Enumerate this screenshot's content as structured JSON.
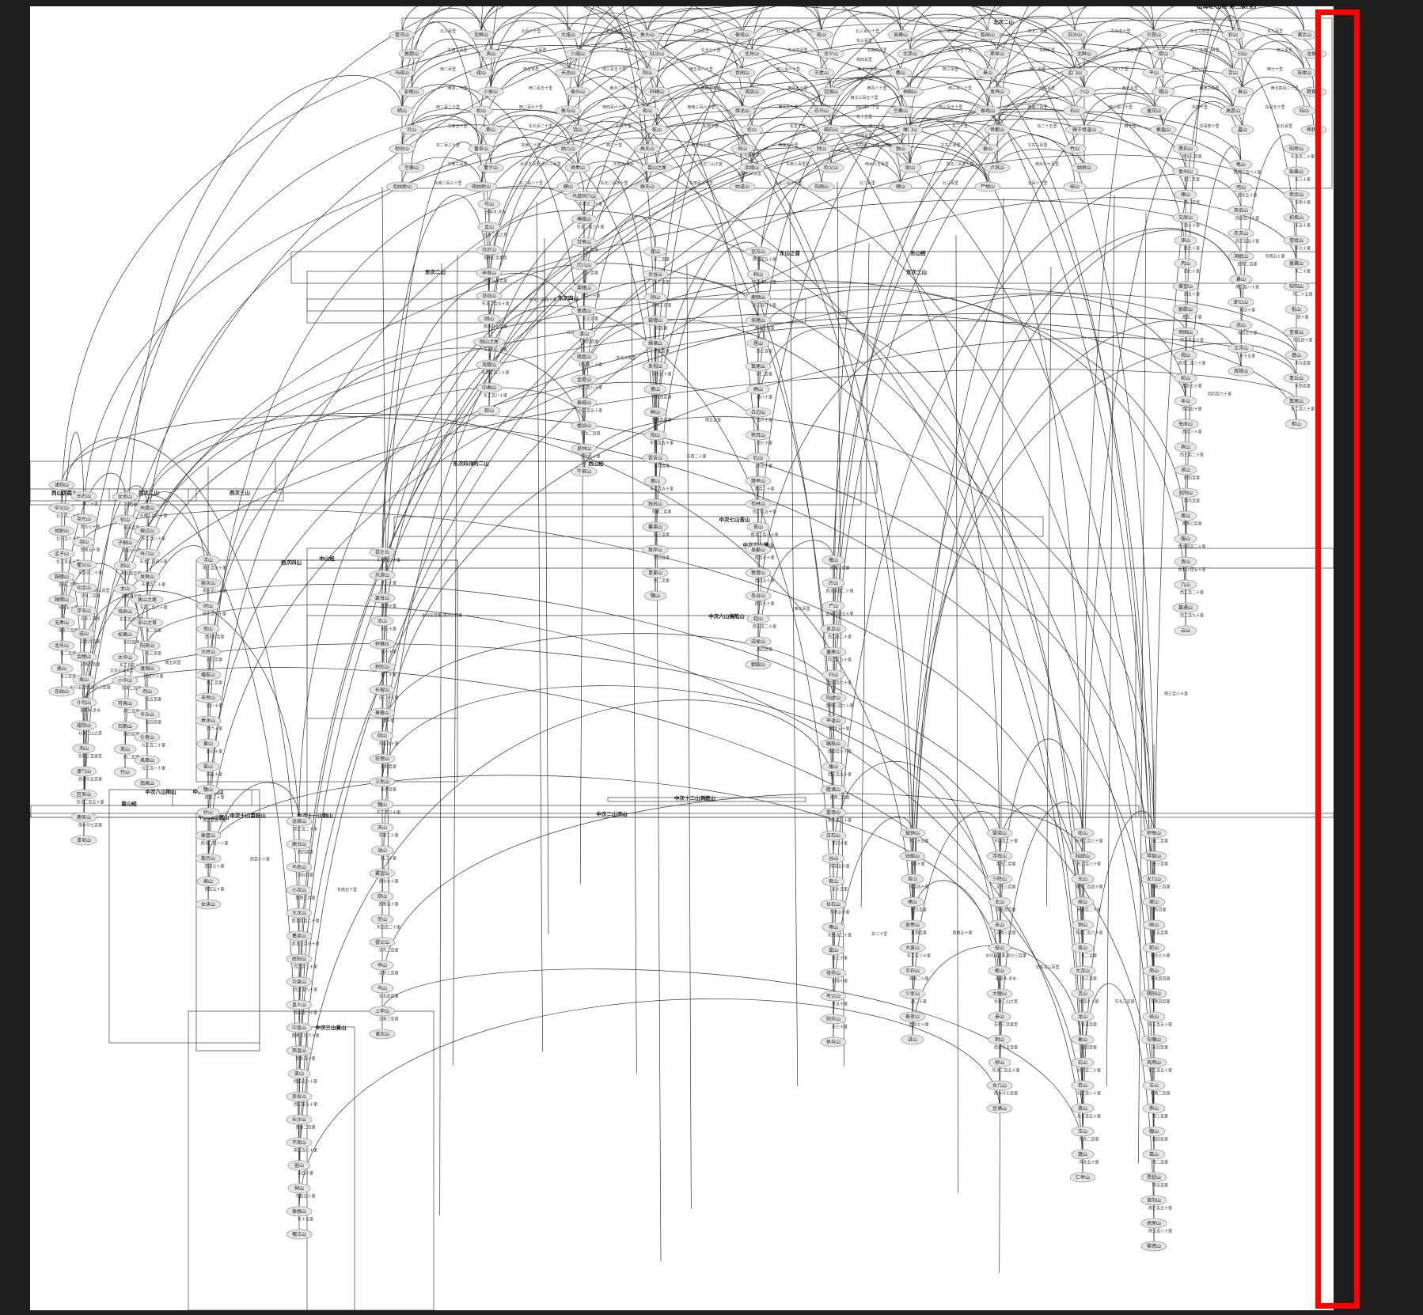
{
  "diagram": {
    "title": "山海经-山经-第三版(全)",
    "highlight_color": "#ff0000",
    "clusters": [
      {
        "id": "c-north2",
        "title": "北次二山"
      },
      {
        "id": "c-east",
        "title": "东山经"
      },
      {
        "id": "c-east-first",
        "title": "东山之首"
      },
      {
        "id": "c-east2",
        "title": "东次二山"
      },
      {
        "id": "c-east3",
        "title": "东次三山"
      },
      {
        "id": "c-east4",
        "title": "东次四山"
      },
      {
        "id": "c-east-other",
        "title": "东次四顶的二山"
      },
      {
        "id": "c-west",
        "title": "西山经"
      },
      {
        "id": "c-west-first",
        "title": "西山之首"
      },
      {
        "id": "c-west2",
        "title": "西次二山"
      },
      {
        "id": "c-west3",
        "title": "西次三山"
      },
      {
        "id": "c-west4",
        "title": "西次四山"
      },
      {
        "id": "c-mid",
        "title": "中山经"
      },
      {
        "id": "c-mid5",
        "title": "中次五山薄山"
      },
      {
        "id": "c-mid6",
        "title": "中次六山缟羝山"
      },
      {
        "id": "c-mid7",
        "title": "中次七山苦山"
      },
      {
        "id": "c-mid8",
        "title": "中次八山荆山"
      },
      {
        "id": "c-mid9",
        "title": "中次九山岷山"
      },
      {
        "id": "c-mid10",
        "title": "中次十山首阳山"
      },
      {
        "id": "c-mid11",
        "title": "中次十一山荆山"
      },
      {
        "id": "c-mid12",
        "title": "中次十二山洞庭山"
      },
      {
        "id": "c-mid2",
        "title": "中次二山济山"
      },
      {
        "id": "c-mid3",
        "title": "中次三山萯山"
      },
      {
        "id": "c-mid4",
        "title": "中次四山厘山"
      },
      {
        "id": "c-south",
        "title": "南山经"
      }
    ],
    "nodes": [
      "管涔山",
      "北鲜山",
      "大咸山",
      "敦头山",
      "泰戏山",
      "乾山",
      "县雍山",
      "狐岐山",
      "白沙山",
      "尔是山",
      "狂山",
      "诸余山",
      "敦题山",
      "洧山",
      "少咸山",
      "狱法山",
      "北岳山",
      "浑夕山",
      "北单山",
      "罴差山",
      "北鲜山",
      "隄山",
      "归山",
      "龙侯山",
      "马成山",
      "咸山",
      "天池山",
      "阳山",
      "贲闻山",
      "王屋山",
      "教山",
      "景山",
      "孟门山",
      "平山",
      "京山",
      "虫尾山",
      "彭毗山",
      "小侯山",
      "泰头山",
      "轩辕山",
      "谒戾山",
      "沮洳山",
      "神囷山",
      "发鸠山",
      "少山",
      "锡山",
      "景山",
      "题首山",
      "绣山",
      "松山",
      "敦与山",
      "柘山",
      "维龙山",
      "白马山",
      "空桑山",
      "泰戏山",
      "石山",
      "童戎山",
      "高是山",
      "陆山",
      "沂山",
      "燕山",
      "饶山",
      "乾山",
      "伦山",
      "碣石山",
      "雁门山",
      "帝都山",
      "錞于毋逢山",
      "樕螽山",
      "藟山",
      "栒状山",
      "勃亝山",
      "番条山",
      "姑儿山",
      "高氏山",
      "岳山",
      "犲山",
      "独山",
      "泰山",
      "竹山",
      "空桑山",
      "曹夕山",
      "峄皋山",
      "葛山之尾",
      "余峨山",
      "杜父山",
      "耿山",
      "卢其山",
      "姑射山",
      "北姑射山",
      "南姑射山",
      "碧山",
      "缑氏山",
      "姑逢山",
      "凫丽山",
      "䃌山",
      "尸胡山",
      "岐山",
      "诸钩山",
      "中父山",
      "胡射山",
      "孟子山",
      "跂踵山",
      "踇隅山",
      "无皋山",
      "北号山",
      "旄山",
      "东始山",
      "女烝山",
      "钦山",
      "子桐山",
      "剡山",
      "太山",
      "钱来山",
      "松果山",
      "太华山",
      "小华山",
      "符禺山",
      "石脆山",
      "英山",
      "竹山",
      "浮山",
      "羭次山",
      "时山",
      "南山",
      "大时山",
      "嶓冢山",
      "天帝山",
      "皋涂山",
      "黄山",
      "翠山",
      "騩山",
      "钤山",
      "泰冒山",
      "数历山",
      "高山",
      "女床山",
      "龙首山",
      "鹿台山",
      "鸟危山",
      "小次山",
      "大次山",
      "薰吴山",
      "厎阳山",
      "众兽山",
      "皇人山",
      "中皇山",
      "西皇山",
      "莱山",
      "崇吾山",
      "长沙山",
      "不周山",
      "峚山",
      "钟山",
      "泰器山",
      "槐江山",
      "昆仑丘",
      "乐游山",
      "嬴母山",
      "玉山",
      "轩辕丘",
      "积石山",
      "长留山",
      "章莪山",
      "阴山",
      "符惕山",
      "三危山",
      "騩山",
      "天山",
      "泑山",
      "翼望山",
      "阴山",
      "劳山",
      "罢父山",
      "申山",
      "鸟山",
      "上申山",
      "诸次山",
      "号山",
      "盂山",
      "白於山",
      "申首山",
      "泾谷山",
      "刚山",
      "刚山之尾",
      "英鞮山",
      "中曲山",
      "邽山",
      "鸟鼠同穴山",
      "崦嵫山",
      "甘枣山",
      "历儿山",
      "渠猪山",
      "葱聋山",
      "涹山",
      "脱扈山",
      "金星山",
      "泰威山",
      "橿谷山",
      "吴林山",
      "牛首山",
      "霍山",
      "合谷山",
      "阴山",
      "鼓镫山",
      "煇诸山",
      "发视山",
      "豪山",
      "鲜山",
      "阳山",
      "昆吾山",
      "葌山",
      "独苏山",
      "蔓渠山",
      "敖岸山",
      "青要山",
      "騩山",
      "宜苏山",
      "和山",
      "鹿蹄山",
      "扶猪山",
      "厘山",
      "箕尾山",
      "柄山",
      "白边山",
      "熊耳山",
      "牡山",
      "讙举山",
      "苟林山",
      "首山",
      "县斸山",
      "葱聋山",
      "条谷山",
      "超山",
      "成侯山",
      "朝歌山",
      "槐山",
      "历山",
      "尸山",
      "良余山",
      "蛊尾山",
      "升山",
      "阳虚山",
      "平逢山",
      "缟羝山",
      "廆山",
      "瞻诸山",
      "娄涿山",
      "白石山",
      "谷山",
      "密山",
      "长石山",
      "傅山",
      "橐山",
      "常烝山",
      "夸父山",
      "阳华山",
      "休与山",
      "鼓钟山",
      "姑媱山",
      "苦山",
      "堵山",
      "放皋山",
      "大害山",
      "半石山",
      "少室山",
      "泰室山",
      "讲山",
      "婴梁山",
      "浮戏山",
      "少陉山",
      "太山",
      "末山",
      "役山",
      "敏山",
      "大騩山",
      "景山",
      "荆山",
      "骄山",
      "女几山",
      "宜诸山",
      "纶山",
      "陆郈山",
      "光山",
      "岐山",
      "铜山",
      "美山",
      "大尧山",
      "灵山",
      "龙山",
      "衡山",
      "石山",
      "若山",
      "彘山",
      "玉山",
      "讙山",
      "仁举山",
      "师每山",
      "琴鼓山",
      "女几山",
      "岷山",
      "崃山",
      "蛇山",
      "鬲山",
      "隅阳山",
      "岐山",
      "勾檷山",
      "风雨山",
      "玉山",
      "熊山",
      "騩山",
      "葛山",
      "贾超山",
      "首阳山",
      "虎尾山",
      "繁缋山",
      "勇石山",
      "复州山",
      "楮山",
      "又原山",
      "涿山",
      "丙山",
      "翼望山",
      "朝歌山",
      "帝囷山",
      "视山",
      "前山",
      "丰山",
      "免床山",
      "宾山",
      "求山",
      "丑阳山",
      "奥山",
      "服山",
      "杳山",
      "几山",
      "篇遇山",
      "云山",
      "龟山",
      "丙山",
      "风伯山",
      "夫夫山",
      "洞庭山",
      "暴山",
      "即公山",
      "尧山",
      "江浮山",
      "真陵山",
      "阳帝山",
      "柴桑山",
      "荣余山",
      "招摇山",
      "堂庭山",
      "猨翼山",
      "杻阳山",
      "柢山",
      "亶爰山",
      "基山",
      "青丘山",
      "箕尾山",
      "柜山",
      "长右山",
      "尧光山",
      "羽山",
      "瞿父山",
      "句余山",
      "浮玉山",
      "成山",
      "会稽山",
      "夷山",
      "仆勾山",
      "咸阴山",
      "洵山",
      "虖勺山",
      "区吴山",
      "鹿吴山",
      "漆吴山",
      "天虞山",
      "祷过山",
      "丹穴山",
      "发爽山",
      "旄山之尾",
      "非山之首",
      "阳夹山",
      "灌湘山",
      "鸡山",
      "令丘山",
      "仑者山",
      "禺槀山",
      "南禺山"
    ],
    "edge_labels": [
      "北二百里",
      "北三百里",
      "北百八十里",
      "北五百里",
      "北四百里",
      "北三百二十里",
      "北三百八十里",
      "北二百五十里",
      "东北二百里",
      "东北五十里",
      "东北三百里",
      "东二百里",
      "东三百里",
      "东南三百里",
      "东百里",
      "东五百里",
      "东北七十里",
      "东北四百里",
      "东南四百里",
      "东三百五十里",
      "东四百里",
      "东二百五十里",
      "东南二百里",
      "南三百里",
      "南四百里",
      "南二百里",
      "南五百里",
      "南三百五十里",
      "南五百八十里",
      "南三百八十里",
      "西北三百里",
      "西三百里",
      "西二百里",
      "西八十里",
      "西六十里",
      "西七十里",
      "西五十里",
      "西百二十里",
      "西二百五十里",
      "西北二百八十里",
      "西百七十里",
      "西百五十里",
      "西百八十里",
      "西三百二十里",
      "西四百里",
      "西北百里",
      "西南三百里",
      "西北四百二十里",
      "西北三百五十里",
      "西二百二十里",
      "西二百九十里",
      "西四百六十里",
      "西南三百六十里",
      "西北五十里",
      "西四百八十里",
      "西三百五十里",
      "西南二百里",
      "南二百八十里",
      "东四十里",
      "东百五十里",
      "东十五里",
      "东南五十里",
      "东北百二十里",
      "东三十里",
      "东南十里",
      "东五十里",
      "东七十里",
      "东二十里",
      "东二十五里",
      "西十里",
      "东百四十里",
      "东北百里",
      "东南百里",
      "东二百三十里",
      "东南二十里",
      "西二十里",
      "西北七十里",
      "西南五十里",
      "东四百二十里",
      "又东二百里",
      "又东三百里",
      "又北四百里",
      "又南三百里",
      "水行五百里,流沙三百里",
      "无草木,多水",
      "北次二山之首",
      "东南三百里至",
      "西水行五百里",
      "东北二百五十里",
      "南水行七百里",
      "又东北三百里",
      "东南二百三十里",
      "东二百八十里",
      "东北二百四十里",
      "东南百二十里",
      "东北二百六十里"
    ]
  }
}
